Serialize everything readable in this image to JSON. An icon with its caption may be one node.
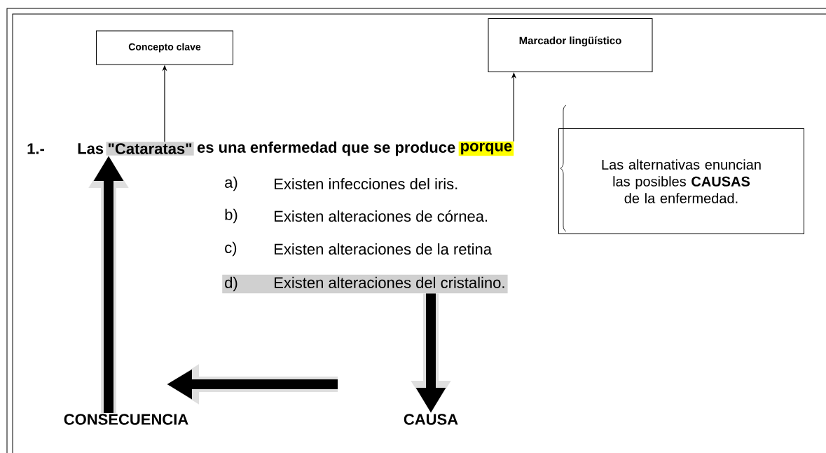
{
  "diagram": {
    "nodes": [
      {
        "text": [
          "Concepto clave"
        ]
      },
      {
        "text": [
          "Marcador lingüístico"
        ]
      },
      {
        "text": [
          "\"Cataratas\""
        ]
      },
      {
        "text": [
          "porque"
        ]
      },
      {
        "text": [
          "Las alternativas enuncian las posibles **CAUSAS** de la enfermedad."
        ]
      },
      {
        "text": [
          "d)",
          "Existen alteraciones del cristalino."
        ]
      },
      {
        "text": [
          "CONSECUENCIA"
        ]
      },
      {
        "text": [
          "CAUSA"
        ]
      }
    ],
    "edges": [
      {
        "from": 2,
        "to": 0,
        "arrow": "to"
      },
      {
        "from": 3,
        "to": 1,
        "arrow": "to"
      },
      {
        "from": 5,
        "to": 7,
        "arrow": "to",
        "style": "thick"
      },
      {
        "from": 6,
        "to": 2,
        "arrow": "to",
        "style": "thick"
      }
    ],
    "labels": [
      "1.-",
      "Las",
      "es una enfermedad que se produce",
      "a)",
      "Existen infecciones del iris.",
      "b)",
      "Existen alteraciones de córnea.",
      "c)",
      "Existen alteraciones de la retina"
    ]
  }
}
